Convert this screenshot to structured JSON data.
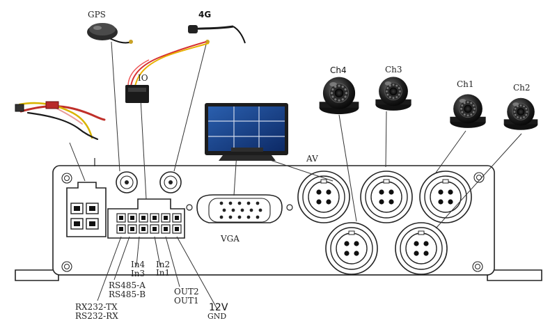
{
  "labels": {
    "gps": "GPS",
    "g4": "4G",
    "io": "IO",
    "av": "AV",
    "vga": "VGA",
    "ch4": "Ch4",
    "ch3": "Ch3",
    "ch1": "Ch1",
    "ch2": "Ch2",
    "in4": "In4",
    "in3": "In3",
    "in2": "In2",
    "in1": "In1",
    "rs485a": "RS485-A",
    "rs485b": "RS485-B",
    "rs232tx": "RX232-TX",
    "rs232rx": "RS232-RX",
    "out2": "OUT2",
    "out1": "OUT1",
    "v12": "12V",
    "gnd": "GND"
  }
}
